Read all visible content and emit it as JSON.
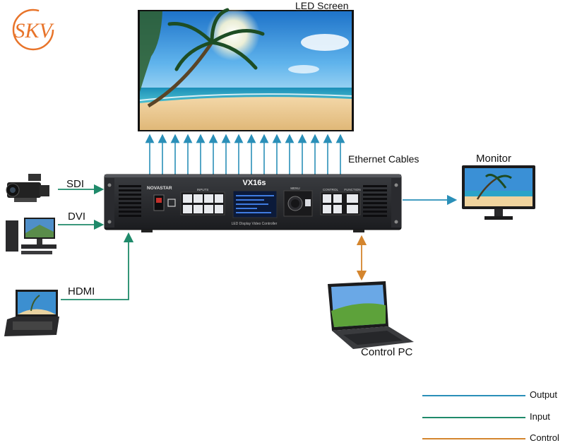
{
  "logo": {
    "text": "SKV",
    "color": "#e8742a"
  },
  "screen": {
    "label": "LED Screen"
  },
  "cables": {
    "label": "Ethernet Cables"
  },
  "controller": {
    "brand": "NOVASTAR",
    "model": "VX16s",
    "caption": "LED Display Video Controller",
    "inputs_label": "INPUTS",
    "menu_label": "MENU",
    "control_label": "CONTROL",
    "function_label": "FUNCTION"
  },
  "sources": [
    {
      "label": "SDI"
    },
    {
      "label": "DVI"
    },
    {
      "label": "HDMI"
    }
  ],
  "monitor": {
    "label": "Monitor"
  },
  "pc": {
    "label": "Control PC"
  },
  "legend": [
    {
      "label": "Output",
      "color": "#2a8fb8"
    },
    {
      "label": "Input",
      "color": "#1f8a6a"
    },
    {
      "label": "Control",
      "color": "#d4852e"
    }
  ]
}
